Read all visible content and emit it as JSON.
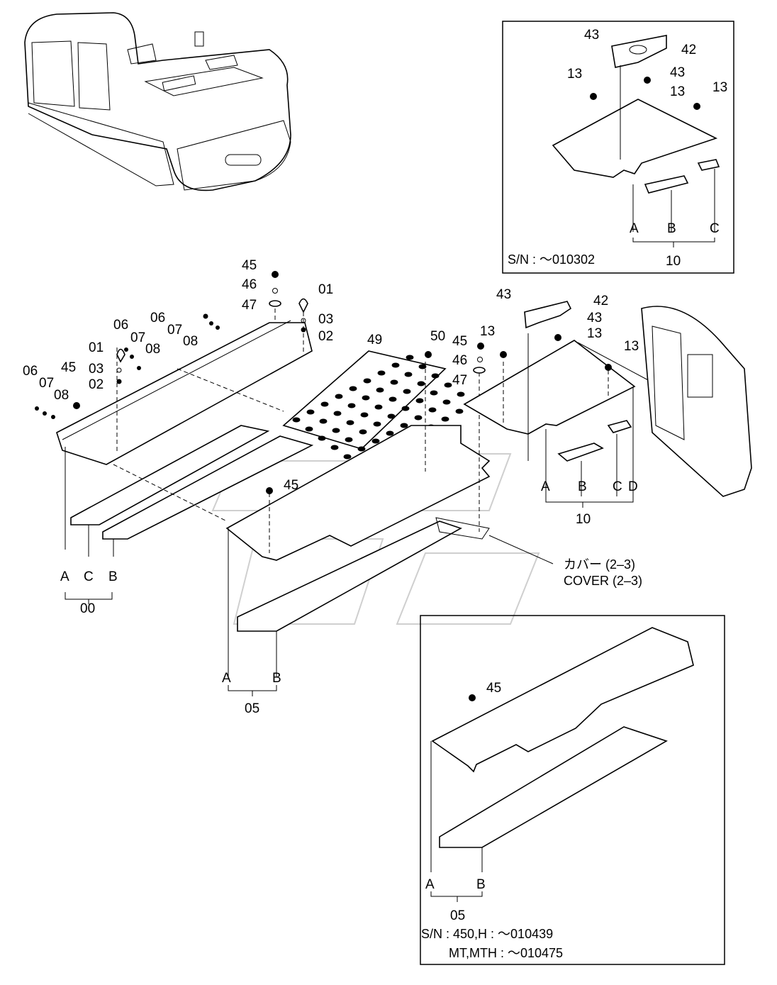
{
  "labels": {
    "p45a": "45",
    "p46a": "46",
    "p47a": "47",
    "p01a": "01",
    "p03a": "03",
    "p02a": "02",
    "p06a": "06",
    "p07a": "07",
    "p08a": "08",
    "p06b": "06",
    "p07b": "07",
    "p08b": "08",
    "p01b": "01",
    "p03b": "03",
    "p02b": "02",
    "p06c": "06",
    "p07c": "07",
    "p08c": "08",
    "p45b": "45",
    "pA1": "A",
    "pC1": "C",
    "pB1": "B",
    "p00": "00",
    "p49": "49",
    "p50": "50",
    "p45c": "45",
    "p46c": "46",
    "p47c": "47",
    "p13a": "13",
    "p43a": "43",
    "p42a": "42",
    "p43b": "43",
    "p13b": "13",
    "p13c": "13",
    "pA2": "A",
    "pB2": "B",
    "pC2": "C",
    "pD2": "D",
    "p10a": "10",
    "p45d": "45",
    "pA3": "A",
    "pB3": "B",
    "p05a": "05",
    "cover_jp": "カバー (2–3)",
    "cover_en": "COVER (2–3)"
  },
  "inset_top": {
    "p43a": "43",
    "p42": "42",
    "p43b": "43",
    "p13a": "13",
    "p13b": "13",
    "p13c": "13",
    "pA": "A",
    "pB": "B",
    "pC": "C",
    "p10": "10",
    "sn": "S/N :  ～010302"
  },
  "inset_bottom": {
    "p45": "45",
    "pA": "A",
    "pB": "B",
    "p05": "05",
    "sn1": "S/N :   450,H :  ～010439",
    "sn2": "MT,MTH :  ～010475"
  }
}
